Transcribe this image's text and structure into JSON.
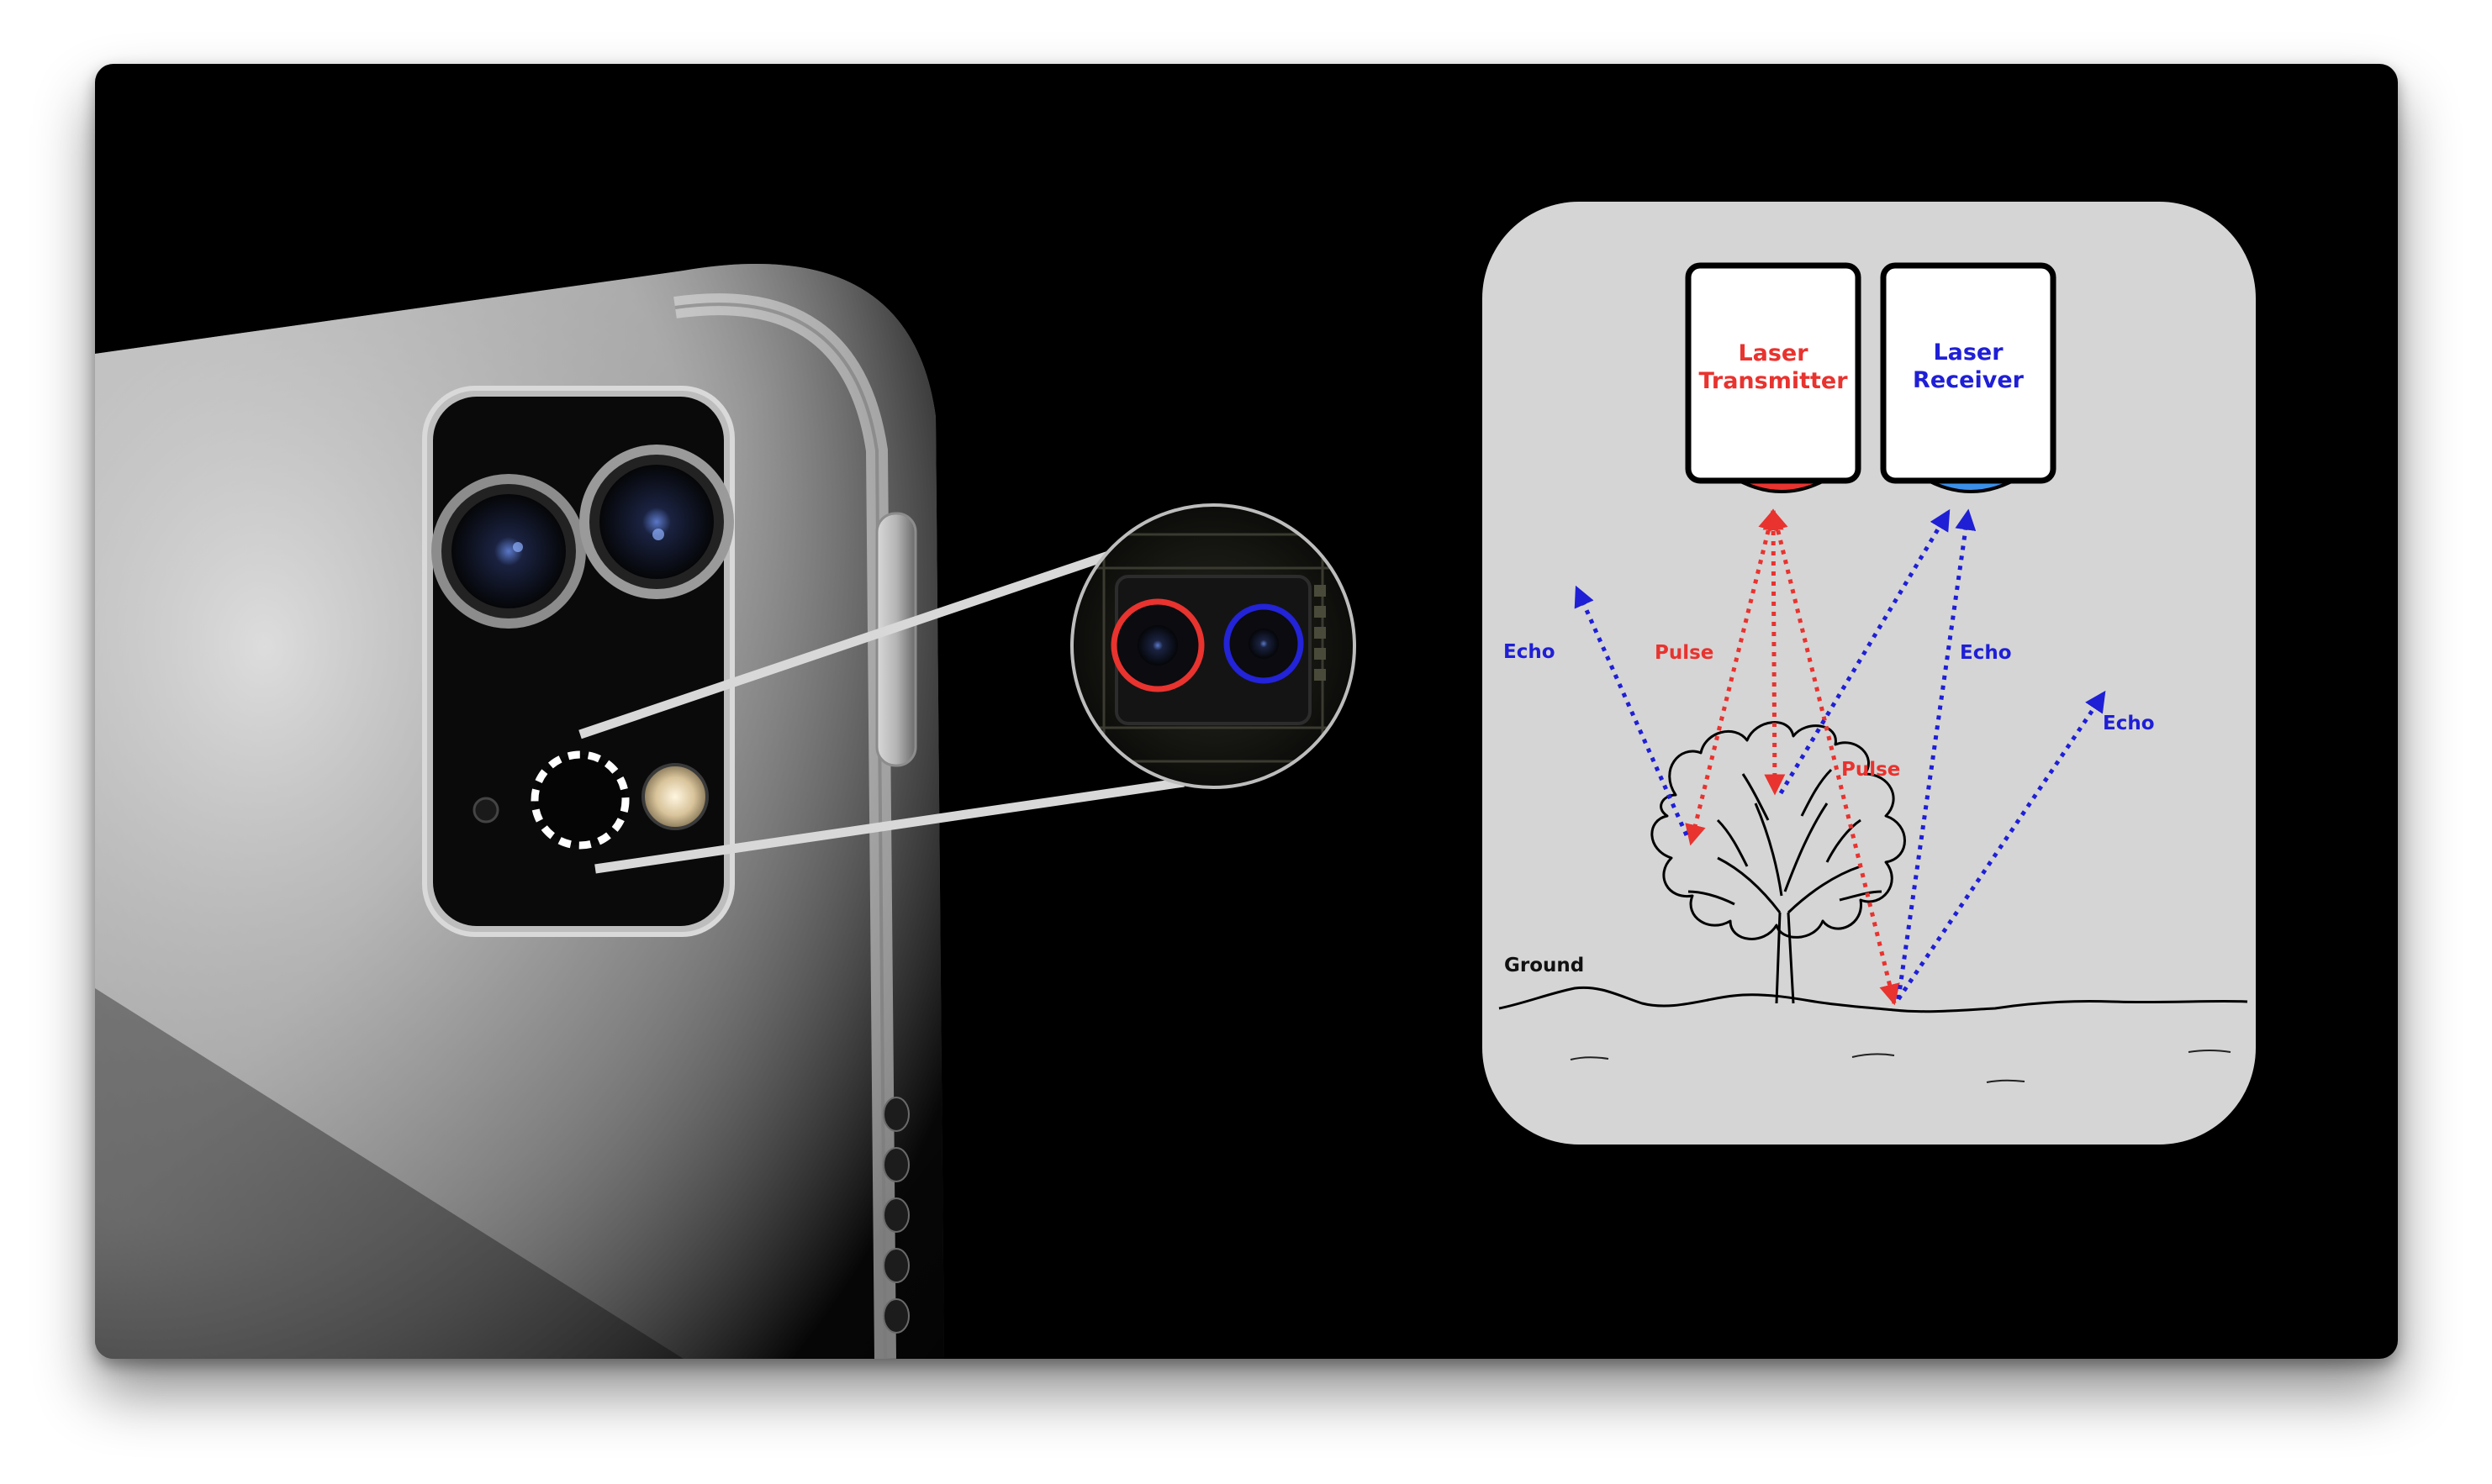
{
  "diagram": {
    "transmitter_lines": [
      "Laser",
      "Transmitter"
    ],
    "receiver_lines": [
      "Laser",
      "Receiver"
    ],
    "pulse_label": "Pulse",
    "echo_label": "Echo",
    "ground_label": "Ground"
  },
  "colors": {
    "pulse": "#e8332f",
    "echo": "#1f1fd6",
    "panel": "#d5d5d5",
    "receiver_lens": "#3c8fe8",
    "transmitter_lens": "#e8332f",
    "callout_outline": "#ffffff"
  },
  "icons": [
    "ipad-device",
    "camera-module-photo",
    "lidar-scanner-callout",
    "tree-sketch"
  ]
}
